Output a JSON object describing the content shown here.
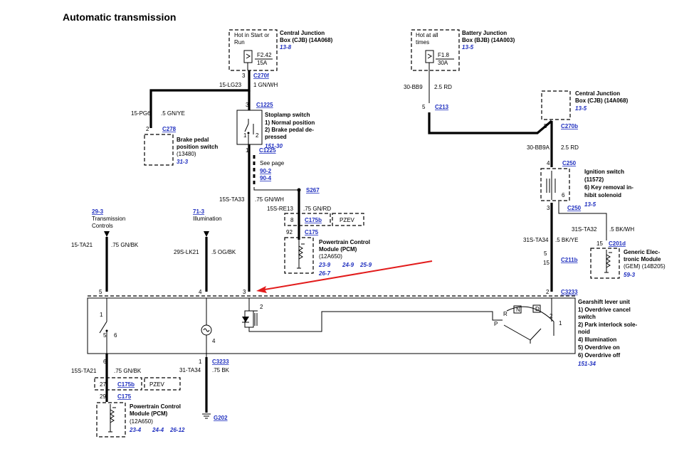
{
  "title": "Automatic transmission",
  "cjb_top": {
    "hot": [
      "Hot in Start or",
      "Run"
    ],
    "name": [
      "Central Junction",
      "Box (CJB) (14A068)"
    ],
    "ref": "13-8",
    "fuse": "F2.42",
    "amp": "15A",
    "pin": "3",
    "conn": "C270f",
    "wire_circuit": "15-LG23",
    "wire_color": "1 GN/WH"
  },
  "bjb": {
    "hot": [
      "Hot at all",
      "times"
    ],
    "name": [
      "Battery Junction",
      "Box (BJB) (14A003)"
    ],
    "ref": "13-5",
    "fuse": "F1.8",
    "amp": "30A",
    "wire_circuit": "30-BB9",
    "wire_color": "2.5 RD",
    "pin": "5",
    "conn": "C213"
  },
  "cjb_right": {
    "name": [
      "Central Junction",
      "Box (CJB) (14A068)"
    ],
    "ref": "13-5",
    "pin": "5",
    "conn": "C270b",
    "wire_circuit": "30-BB9A",
    "wire_color": "2.5 RD"
  },
  "stoplamp": {
    "conn_top": "C1225",
    "title": "Stoplamp switch",
    "items": [
      "1)  Normal position",
      "2)  Brake pedal de-",
      "      pressed"
    ],
    "ref": "151-30",
    "pin_top": "3",
    "pin_bottom": "1",
    "conn_bottom": "C1225",
    "sw1": "1",
    "sw2": "2",
    "see_page": "See page",
    "see_refs": [
      "90-2",
      "90-4"
    ]
  },
  "brake_pedal": {
    "wire_circuit": "15-PG6",
    "wire_color": ".5 GN/YE",
    "pin": "2",
    "conn": "C278",
    "name": [
      "Brake pedal",
      "position switch",
      "(13480)"
    ],
    "ref": "31-3"
  },
  "splice": {
    "wire_circuit": "15S-TA33",
    "wire_color": ".75 GN/WH",
    "name": "S267"
  },
  "pcm_top": {
    "wire_circuit": "15S-RE13",
    "wire_color": ".75 GN/RD",
    "pin_a": "8",
    "conn_a": "C175b",
    "option": "PZEV",
    "pin_b": "92",
    "conn_b": "C175",
    "name": [
      "Powertrain Control",
      "Module (PCM)",
      "(12A650)"
    ],
    "refs": [
      "23-9",
      "24-9",
      "25-9",
      "26-7"
    ]
  },
  "trans_controls": {
    "ref": "29-3",
    "label": [
      "Transmission",
      "Controls"
    ],
    "wire_circuit": "15-TA21",
    "wire_color": ".75 GN/BK"
  },
  "illumination": {
    "ref": "71-3",
    "label": "Illumination",
    "wire_circuit": "29S-LK21",
    "wire_color": ".5 OG/BK"
  },
  "ignition": {
    "conn_top": "C250",
    "title": [
      "Ignition switch",
      "(11572)"
    ],
    "items": [
      "6)  Key removal in-",
      "      hibit solenoid"
    ],
    "pin_top": "4",
    "pin_bottom": "3",
    "conn_bottom": "C250",
    "ref": "13-5",
    "pin6": "6"
  },
  "gem": {
    "wire_circuit": "31S-TA32",
    "wire_color": ".5 BK/WH",
    "pin": "15",
    "conn": "C201d",
    "name": [
      "Generic Elec-",
      "tronic Module",
      "(GEM) (14B205)"
    ],
    "ref": "59-3"
  },
  "right_run": {
    "wire_circuit": "31S-TA34",
    "wire_color": ".5 BK/YE",
    "pin_a": "5",
    "pin_b": "15",
    "conn": "C211b"
  },
  "gearshift": {
    "conn": "C3233",
    "pins_top": [
      "5",
      "4",
      "3",
      "2"
    ],
    "title": "Gearshift lever unit",
    "items": [
      "1)  Overdrive cancel",
      "      switch",
      "2)  Park interlock sole-",
      "      noid",
      "4)  Illumination",
      "5)  Overdrive on",
      "6)  Overdrive off"
    ],
    "ref": "151-34",
    "inner": {
      "sw1": "1",
      "sw5": "5",
      "sw6": "6",
      "lamp4": "4",
      "sol2": "2",
      "R": "R",
      "N": "N",
      "D": "D",
      "two": "2",
      "P": "P",
      "one": "1"
    }
  },
  "bottom_left": {
    "pin_top": "6",
    "wire_circuit": "15S-TA21",
    "wire_color": ".75 GN/BK",
    "pin_a": "27",
    "conn_a": "C175b",
    "option": "PZEV",
    "pin_b": "29",
    "conn_b": "C175",
    "name": [
      "Powertrain Control",
      "Module (PCM)",
      "(12A650)"
    ],
    "refs": [
      "23-4",
      "24-4",
      "26-12"
    ]
  },
  "bottom_ground": {
    "pin": "1",
    "conn": "C3233",
    "wire_circuit": "31-TA34",
    "wire_color": ".75 BK",
    "ground": "G202"
  }
}
